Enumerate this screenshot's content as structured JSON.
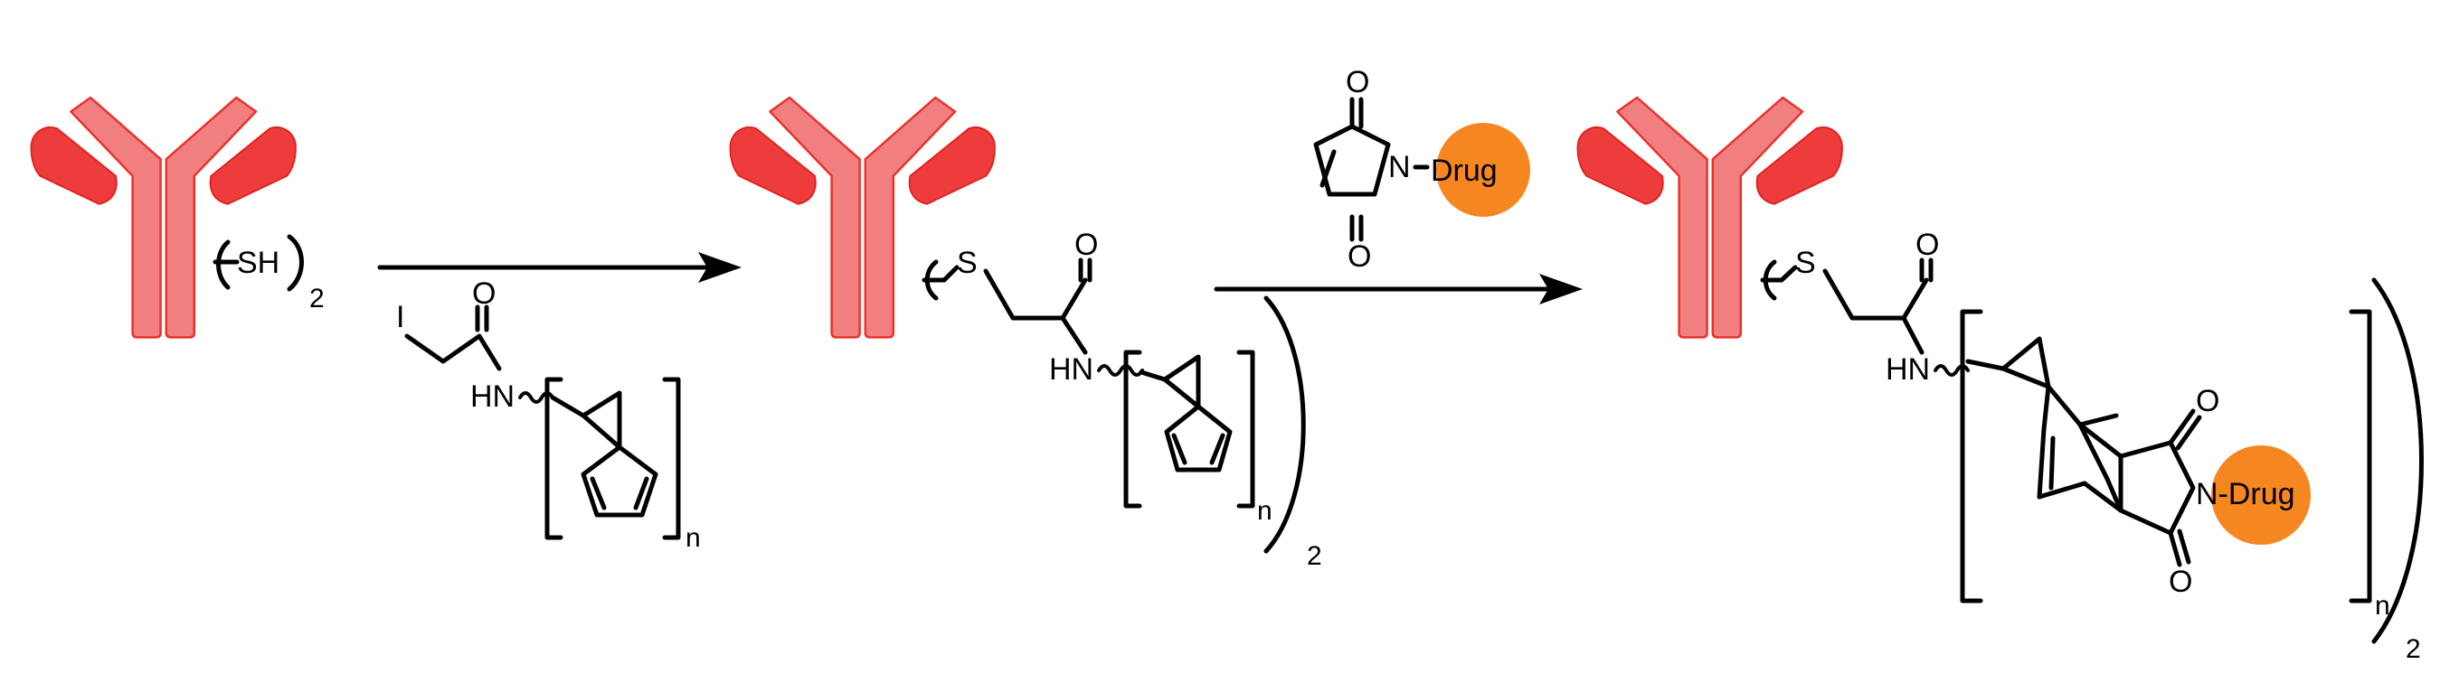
{
  "scheme": {
    "antibody_color": "#f27f7f",
    "antibody_outline": "#e8322c",
    "drug_color": "#f6861f",
    "step1": {
      "thiol_label": "SH",
      "multiplier": "2"
    },
    "reagent1": {
      "iodo": "I",
      "oxygen": "O",
      "amine": "HN",
      "repeat": "n"
    },
    "intermediate": {
      "sulfur": "S",
      "oxygen": "O",
      "amine": "HN",
      "repeat": "n",
      "multiplier": "2"
    },
    "reagent2": {
      "oxygen_top": "O",
      "oxygen_bottom": "O",
      "nitrogen": "N",
      "drug": "Drug"
    },
    "product": {
      "sulfur": "S",
      "oxygen": "O",
      "amine": "HN",
      "oxygen_top": "O",
      "oxygen_bottom": "O",
      "n_drug": "N-Drug",
      "repeat": "n",
      "multiplier": "2"
    }
  }
}
